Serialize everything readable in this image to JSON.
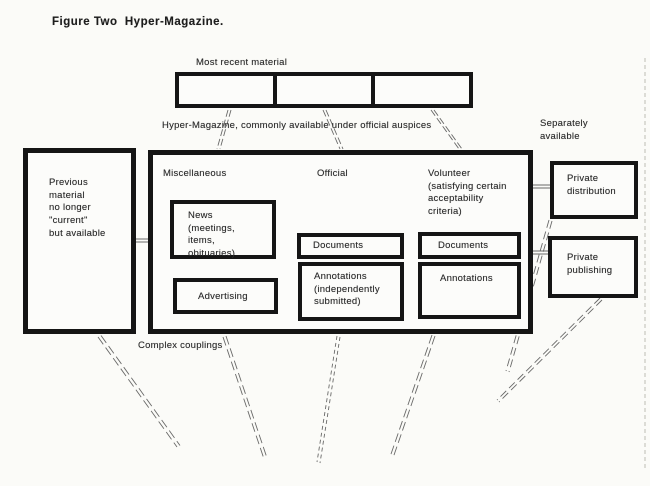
{
  "title": "Figure Two  Hyper-Magazine.",
  "top_strip": {
    "label": "Most recent material",
    "caption_below": "Hyper-Magazine, commonly available under official auspices"
  },
  "left_box": {
    "text": "Previous\nmaterial\nno longer\n\"current\"\nbut available"
  },
  "main_box": {
    "columns": [
      {
        "label": "Miscellaneous",
        "top_box": "News\n(meetings,\nitems,\nobituaries)",
        "bottom_box": "Advertising"
      },
      {
        "label": "Official",
        "top_box": "Documents",
        "bottom_box": "Annotations\n(independently\nsubmitted)"
      },
      {
        "label": "Volunteer\n(satisfying certain\nacceptability\ncriteria)",
        "top_box": "Documents",
        "bottom_box": "Annotations"
      }
    ],
    "caption_below": "Complex couplings"
  },
  "right_column": {
    "label": "Separately\navailable",
    "box1": "Private\ndistribution",
    "box2": "Private\npublishing"
  },
  "colors": {
    "ink": "#151515",
    "paper": "#fbfbf8",
    "line": "#4a4a4a"
  }
}
